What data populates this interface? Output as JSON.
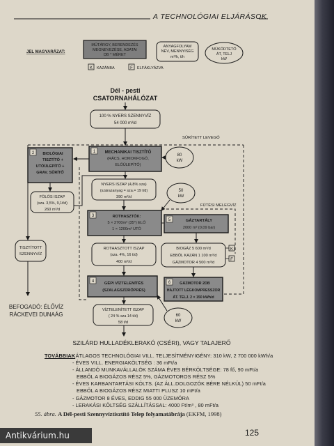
{
  "header": {
    "title": "A TECHNOLÓGIAI ELJÁRÁSOK"
  },
  "legend": {
    "label": "JEL MAGYARÁZAT:",
    "box1": [
      "MŰTÁRGY, BERENDEZÉS",
      "MEGNEVEZÉSE, ADATAI",
      "DB * MÉRET"
    ],
    "box2": [
      "ANYAGFOLYAM",
      "NÉV, MENNYISÉG",
      "m³/h, t/h"
    ],
    "box3": [
      "MŰKÖDTETŐ",
      "ÁT, TELJ",
      "kW"
    ],
    "k_key": "K",
    "k_label": "KAZÁNBA",
    "f_key": "F",
    "f_label": "ELFÁKLYÁZVA"
  },
  "diagram": {
    "source_title": [
      "Dél - pesti",
      "CSATORNAHÁLÓZAT"
    ],
    "raw_water": [
      "100 % NYERS SZENNYVÍZ",
      "54 000 m³/d"
    ],
    "compressed_air": "SŰRÍTETT LEVEGŐ",
    "heating_hot_water": "FŰTÉSI MELEGVÍZ",
    "box1": {
      "num": "1",
      "lines": [
        "MECHANIKAI TISZTÍTÓ",
        "(RÁCS, HOMOKFOGÓ,",
        "ELŐÜLEPÍTŐ)"
      ]
    },
    "kw80": [
      "80",
      "kW"
    ],
    "box2": {
      "num": "2",
      "lines": [
        "BIOLÓGIAI",
        "TISZTÍTÓ +",
        "UTÓÜLEPÍTŐ +",
        "GRAV. SŰRÍTŐ"
      ]
    },
    "raw_sludge": [
      "NYERS ISZAP (4,8% sza)",
      "(szárazanyag = sza.= 19 t/d)",
      "390 m³/d"
    ],
    "kw50": [
      "50",
      "kW"
    ],
    "excess_sludge": [
      "FÖLÖS ISZAP",
      "(sza. 3,5%, 9,1t/d)",
      "260 m³/d"
    ],
    "box3": {
      "num": "3",
      "lines": [
        "ROTHASZTÓK:",
        "5 × 2700m³ (35°) ELŐ",
        "1 × 1200m³ UTÓ"
      ]
    },
    "box5": {
      "num": "5",
      "lines": [
        "GÁZTARTÁLY",
        "2000 m³ (0,09 bar)"
      ]
    },
    "treated_water": [
      "TISZTÍTOTT",
      "SZENNYVÍZ"
    ],
    "digested_sludge": [
      "ROTHASZTOTT ISZAP",
      "(sza. 4%, 16 t/d)",
      "400 m³/d"
    ],
    "biogas": [
      "BIOGÁZ 5 600 m³/d",
      "EBBŐL KAZÁN 1 100 m³/d",
      "GÁZMOTOR 4 500 m³/d"
    ],
    "k_small": "K",
    "f_small": "F",
    "box4": {
      "num": "4",
      "lines": [
        "GÉPI VÍZTELENÍTÉS",
        "(SZALAGSZŰRŐPRÉS)"
      ]
    },
    "box6": {
      "num": "6",
      "lines": [
        "GÁZMOTOR 2DB",
        "HAJTOTT LÉGKOMPRESSZOR",
        "ÁT. TELJ. 2 × 150 kWh/d"
      ]
    },
    "receiving_water": [
      "BEFOGADÓ: ÉLŐVÍZ",
      "RÁCKEVEI DUNAÁG"
    ],
    "dewatered_sludge": [
      "VÍZTELENÍTETT ISZAP",
      "( 24 % sza 14 t/d)",
      "58 t/d"
    ],
    "kw60": [
      "60",
      "kW"
    ],
    "disposal": "SZILÁRD HULLADÉKLERAKÓ (CSÉRI), VAGY TALAJERŐ"
  },
  "notes": {
    "more_label": "TOVÁBBIAK",
    "lines": [
      "- ÁTLAGOS TECHNOLÓGIAI VILL. TELJESÍTMÉNYIGÉNY: 310 kW, 2 700 000 kWh/a",
      "- ÉVES VILL. ENERGIAKÖLTSÉG : 36 mFt/a",
      "- ÁLLANDÓ MUNKAVÁLLALÓK SZÁMA ÉVES BÉRKÖLTSÉGE: 78 fő, 90 mFt/a",
      "  EBBŐL A BIOGÁZOS RÉSZ 5%, GÁZMOTOROS RÉSZ 5%",
      "- ÉVES KARBANTARTÁSI KÖLTS. (AZ ÁLL.DOLGOZÓK BÉRE NÉLKÜL)  50 mFt/a",
      "  EBBŐL A BIOGÁZOS RÉSZ MIATTI PLUSZ  10 mFt/a",
      "- GÁZMOTOR 8 ÉVES, EDDIG 55 000 ÜZEMÓRA",
      "- LERAKÁSI KÖLTSÉG SZÁLLÍTÁSSAL: 4000 Ft/m³ , 80 mFt/a"
    ]
  },
  "caption": {
    "number": "55. ábra.",
    "title": "A Dél-pesti Szennyvíztisztító Telep folyamatábrája",
    "source": "(EKFM, 1998)"
  },
  "page_number": "125",
  "watermark": "Antikvárium.hu"
}
